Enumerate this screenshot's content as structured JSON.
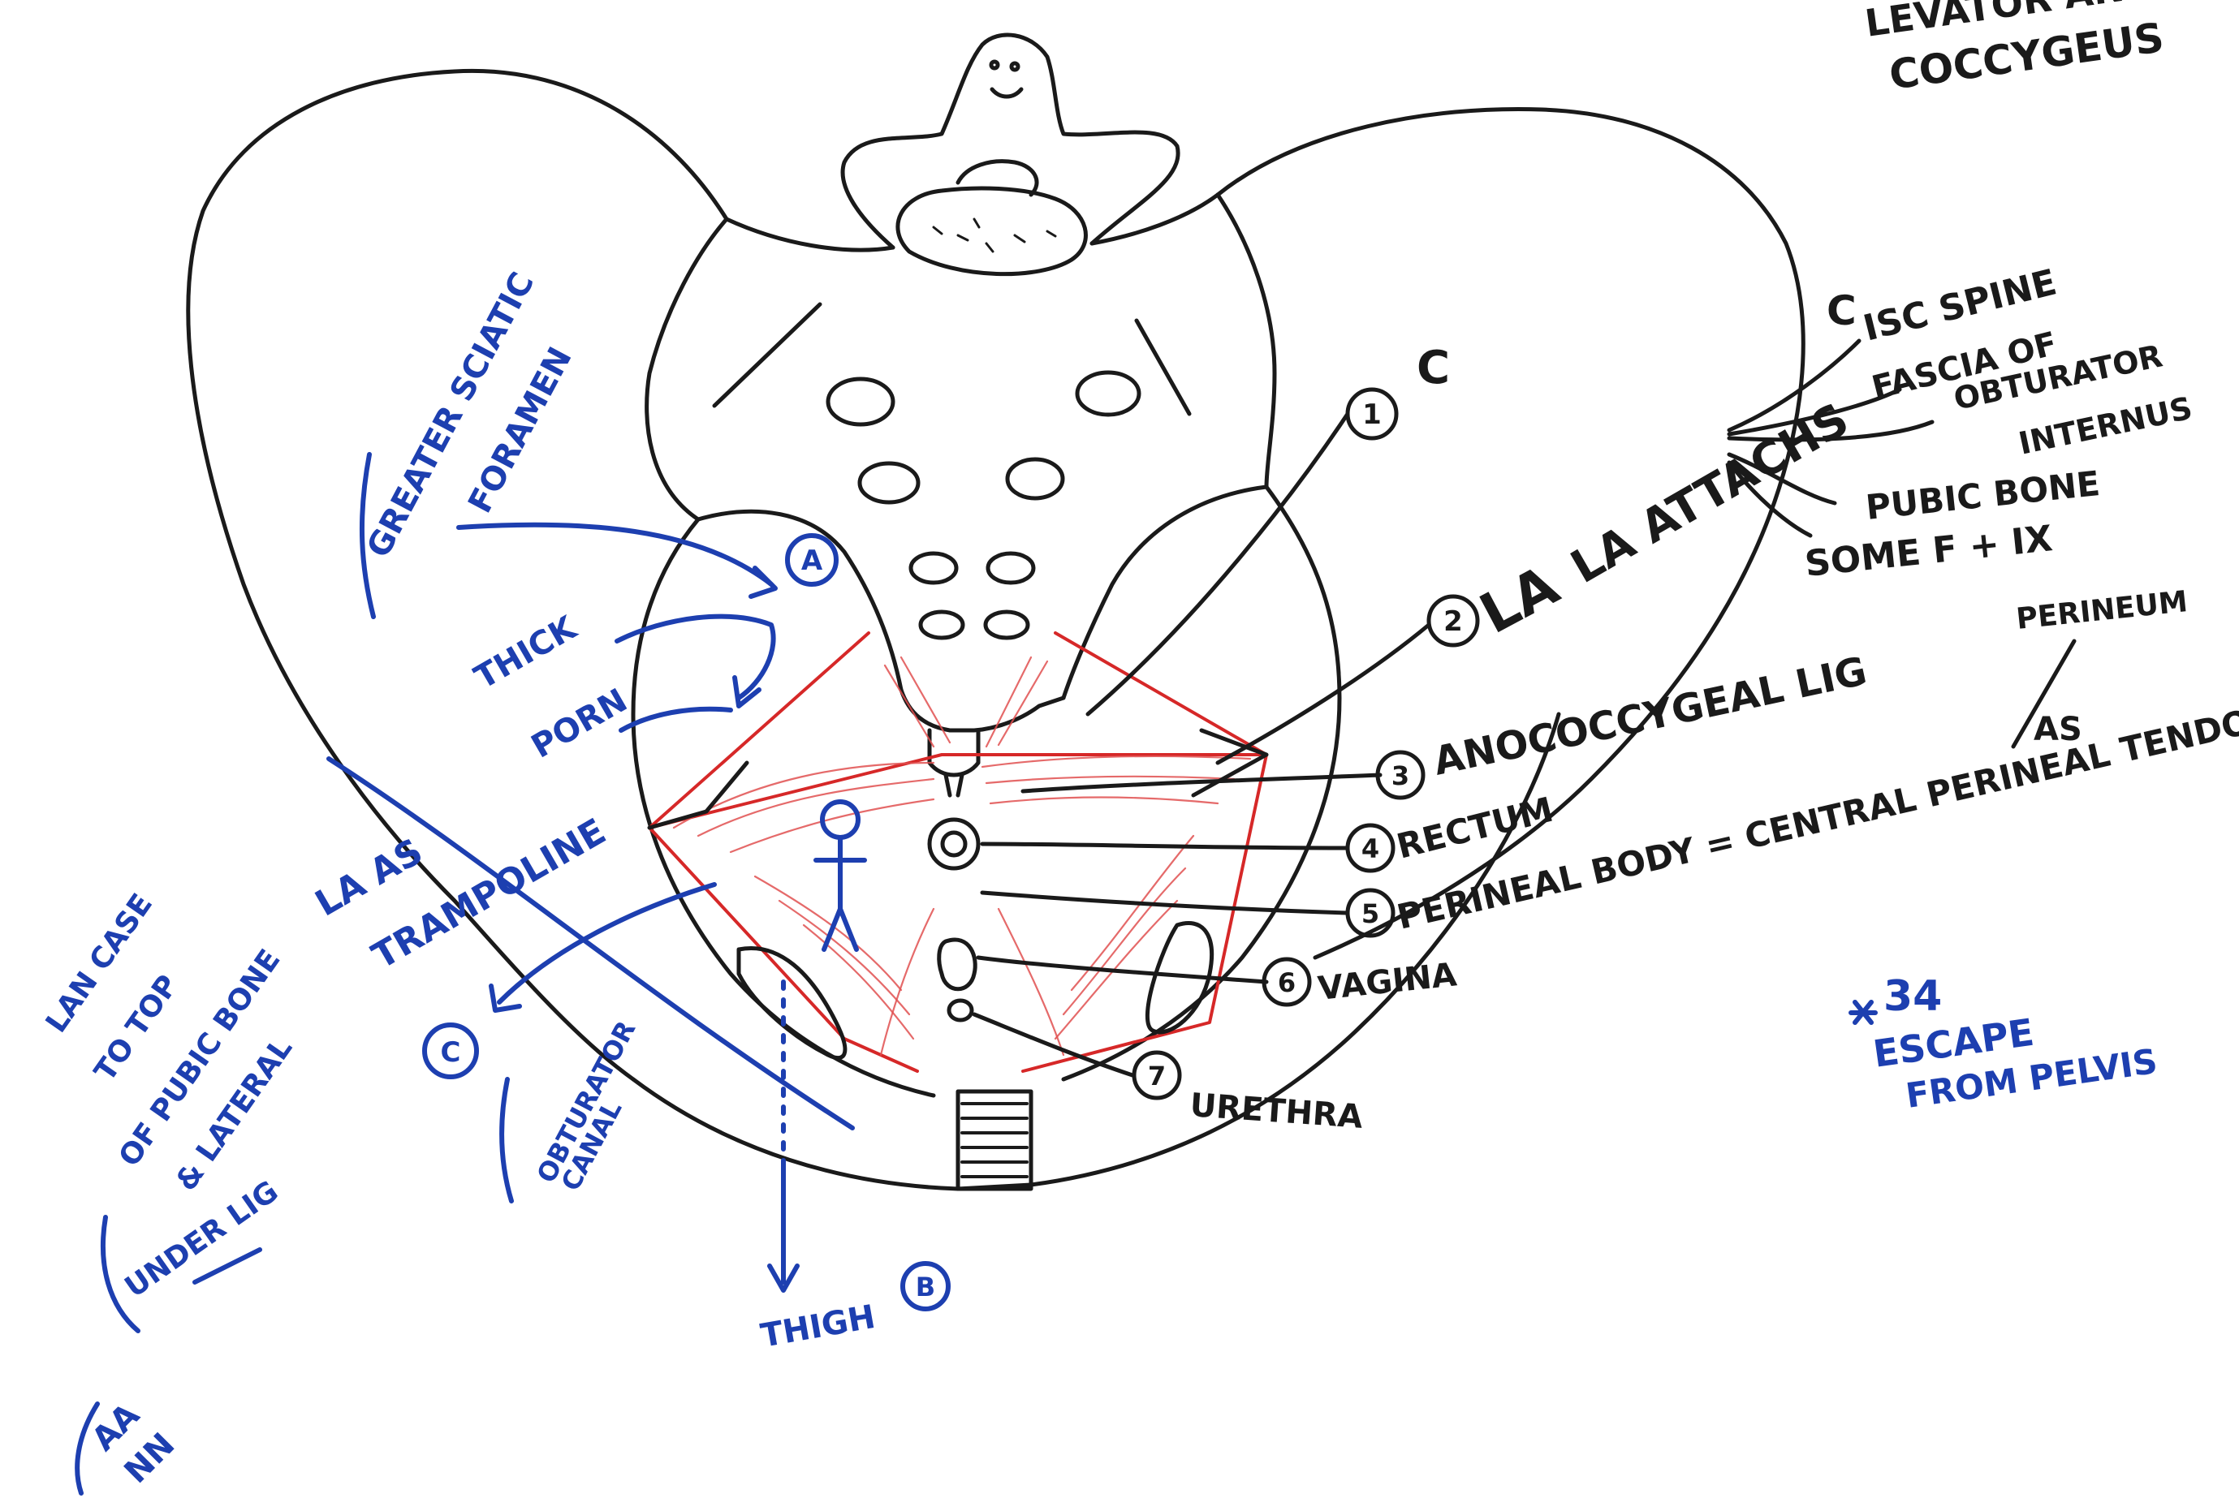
{
  "colors": {
    "ink": "#1a1a1a",
    "blue": "#1d3fb0",
    "red": "#d62828",
    "paper": "#ffffff"
  },
  "labels": {
    "top_right": [
      "LEVATOR ANI",
      "COCCYGEUS"
    ],
    "circle_c": "C",
    "c_number": "1",
    "la_attachs": "LA ATTACHS",
    "la_attach_items": [
      "ISC SPINE",
      "FASCIA OF",
      "OBTURATOR",
      "INTERNUS",
      "PUBIC BONE",
      "SOME F + IX",
      "PERINEUM"
    ],
    "la_attach_note": "AS",
    "numbered": [
      {
        "num": "2",
        "text": "LA"
      },
      {
        "num": "3",
        "text": "ANOCOCCYGEAL LIG"
      },
      {
        "num": "4",
        "text": "RECTUM"
      },
      {
        "num": "5",
        "text": "PERINEAL BODY = CENTRAL PERINEAL TENDON"
      },
      {
        "num": "6",
        "text": "VAGINA"
      },
      {
        "num": "7",
        "text": "URETHRA"
      }
    ],
    "escape": [
      "34",
      "ESCAPE",
      "FROM PELVIS"
    ],
    "greater_sciatic": [
      "GREATER SCIATIC",
      "FORAMEN"
    ],
    "a_marker": "A",
    "thick_left": [
      "THICK",
      "PORN"
    ],
    "la_as": [
      "LA AS",
      "TRAMPOLINE"
    ],
    "left_note": [
      "LAN CASE",
      "TO TOP",
      "OF PUBIC BONE",
      "& LATERAL",
      "UNDER LIG"
    ],
    "circle_c_left": "C",
    "obturator": [
      "OBTURATOR",
      "CANAL"
    ],
    "thigh": "THIGH",
    "b_marker": "B",
    "bottom_left": [
      "AA",
      "NN"
    ]
  }
}
